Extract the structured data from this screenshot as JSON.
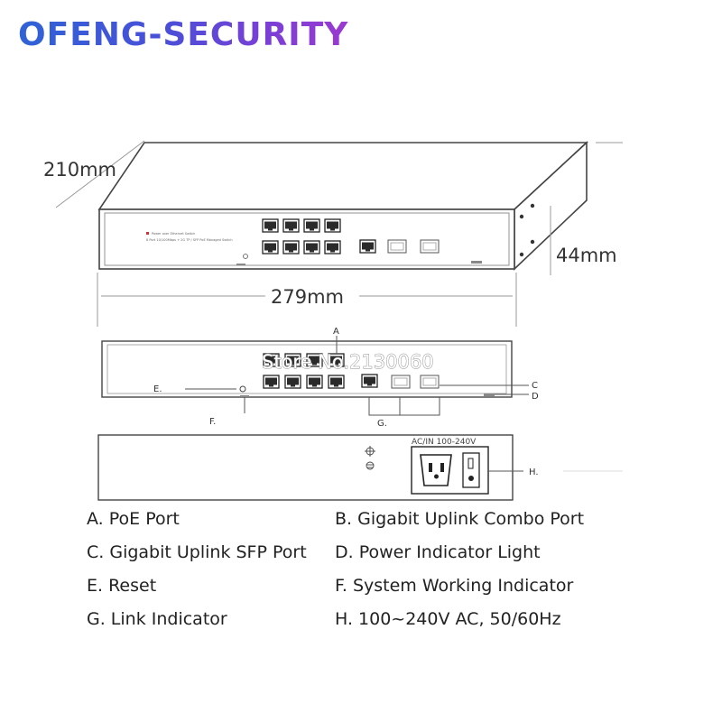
{
  "brand": "OFENG-SECURITY",
  "dimensions": {
    "depth": "210mm",
    "width": "279mm",
    "height": "44mm"
  },
  "front_panel": {
    "title": "Power over Ethernet Switch",
    "subtitle": "8 Port 10/100Mbps + 2G TP / SFP PoE Managed Switch"
  },
  "watermark": "Store No.2130060",
  "callouts": {
    "a": "A",
    "c": "C",
    "d": "D",
    "e": "E.",
    "f": "F.",
    "g": "G.",
    "h": "H."
  },
  "rear_panel": {
    "power_label": "AC/IN 100-240V"
  },
  "legend": [
    "A. PoE Port",
    "B. Gigabit Uplink Combo Port",
    "C. Gigabit Uplink SFP Port",
    "D. Power Indicator Light",
    "E. Reset",
    "F. System Working Indicator",
    "G. Link Indicator",
    "H. 100~240V AC, 50/60Hz"
  ]
}
